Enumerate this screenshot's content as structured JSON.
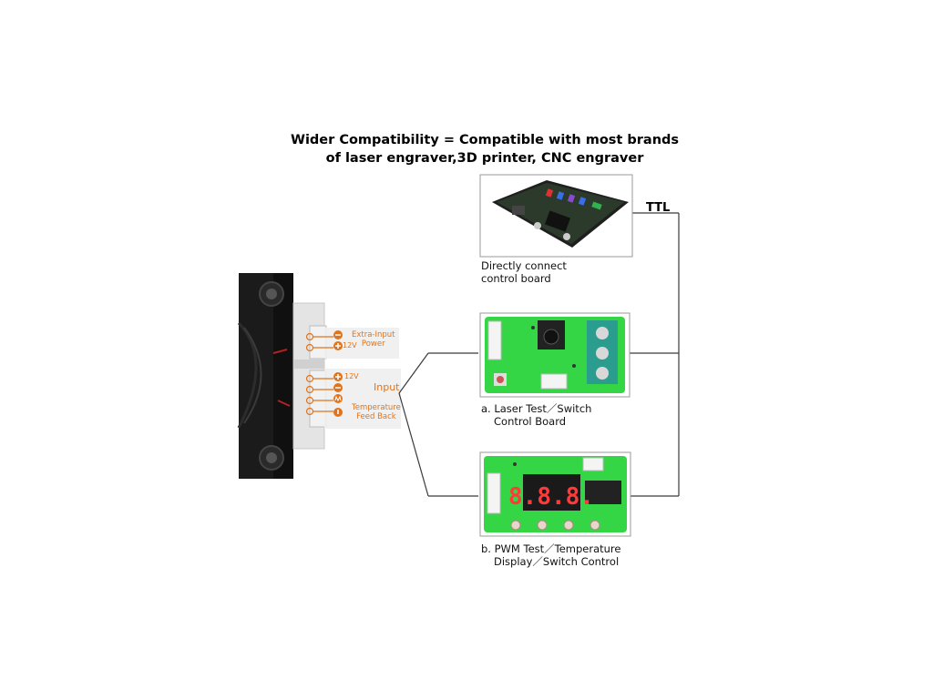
{
  "title": {
    "line1": "Wider Compatibility = Compatible with most brands",
    "line2": "of laser engraver,3D printer, CNC engraver"
  },
  "ttl_label": "TTL",
  "captions": {
    "control_board": {
      "line1": "Directly connect",
      "line2": "control board"
    },
    "laser_test_board": {
      "line1": "a. Laser Test／Switch",
      "line2": "Control Board"
    },
    "pwm_test_board": {
      "line1": "b. PWM Test／Temperature",
      "line2": "Display／Switch Control"
    }
  },
  "connector_labels": {
    "extra_input_line1": "Extra-Input",
    "extra_input_line2": "Power",
    "volt_12_a": "12V",
    "volt_12_b": "12V",
    "input": "Input",
    "temperature_line1": "Temperature",
    "temperature_line2": "Feed Back"
  },
  "display_digits": "8.8.8.",
  "colors": {
    "accent_orange": "#e0741c",
    "pcb_green": "#35d645",
    "line_gray": "#3a3a3a"
  }
}
